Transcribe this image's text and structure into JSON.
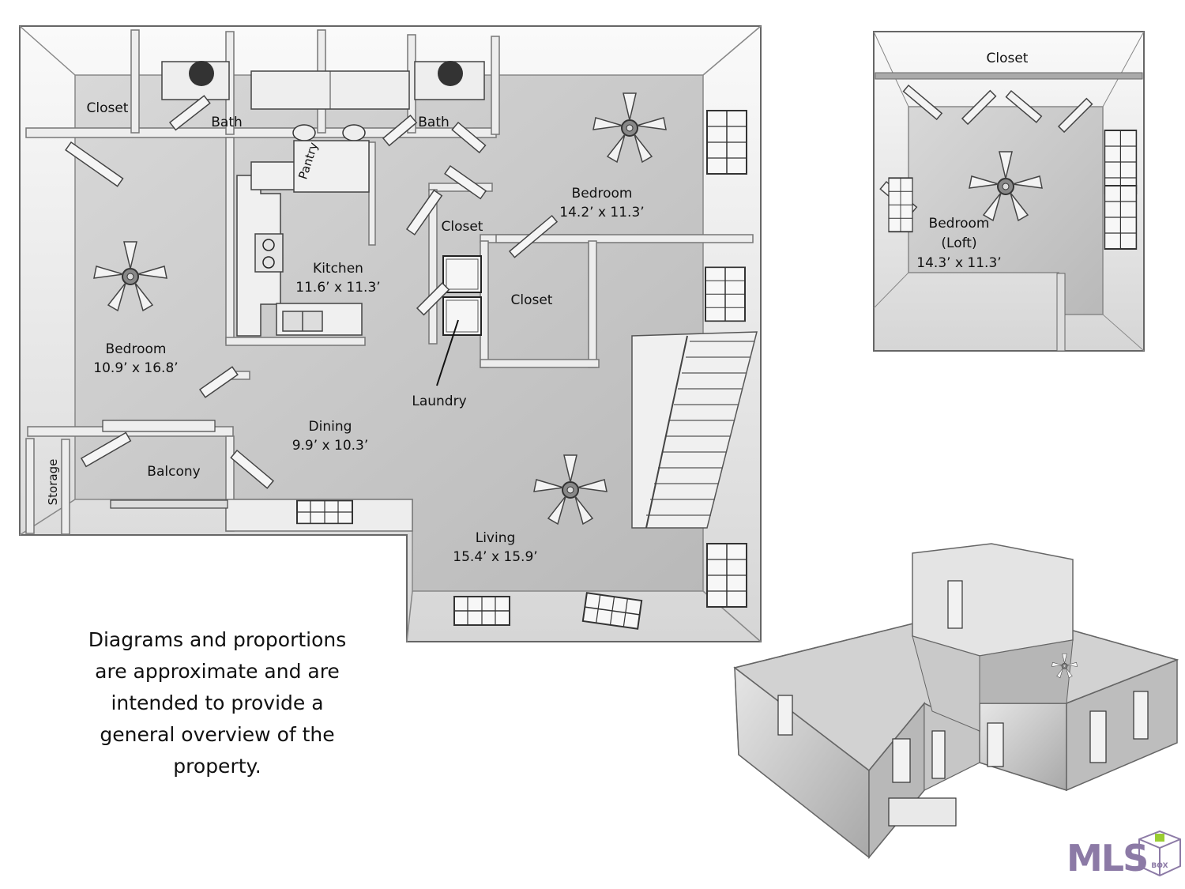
{
  "floor_plan": {
    "rooms": {
      "closet_top_left": "Closet",
      "bath_left": "Bath",
      "bath_right": "Bath",
      "pantry": "Pantry",
      "bedroom_right_name": "Bedroom",
      "bedroom_right_dims": "14.2’ x 11.3’",
      "closet_center": "Closet",
      "kitchen_name": "Kitchen",
      "kitchen_dims": "11.6’ x 11.3’",
      "closet_right": "Closet",
      "bedroom_left_name": "Bedroom",
      "bedroom_left_dims": "10.9’ x 16.8’",
      "laundry": "Laundry",
      "dining_name": "Dining",
      "dining_dims": "9.9’ x 10.3’",
      "storage": "Storage",
      "balcony": "Balcony",
      "living_name": "Living",
      "living_dims": "15.4’ x 15.9’"
    }
  },
  "loft_plan": {
    "closet": "Closet",
    "bedroom_name": "Bedroom",
    "bedroom_sub": "(Loft)",
    "bedroom_dims": "14.3’ x 11.3’"
  },
  "disclaimer": {
    "line1": "Diagrams and proportions",
    "line2": "are approximate and are",
    "line3": "intended to provide a",
    "line4": "general overview of the",
    "line5": "property."
  },
  "logo": {
    "text": "MLS",
    "box_letters": "BOX"
  },
  "colors": {
    "floor": "#c9c9c9",
    "wall": "#f2f2f2",
    "wall_stroke": "#777777",
    "logo": "#8c7aa6"
  }
}
